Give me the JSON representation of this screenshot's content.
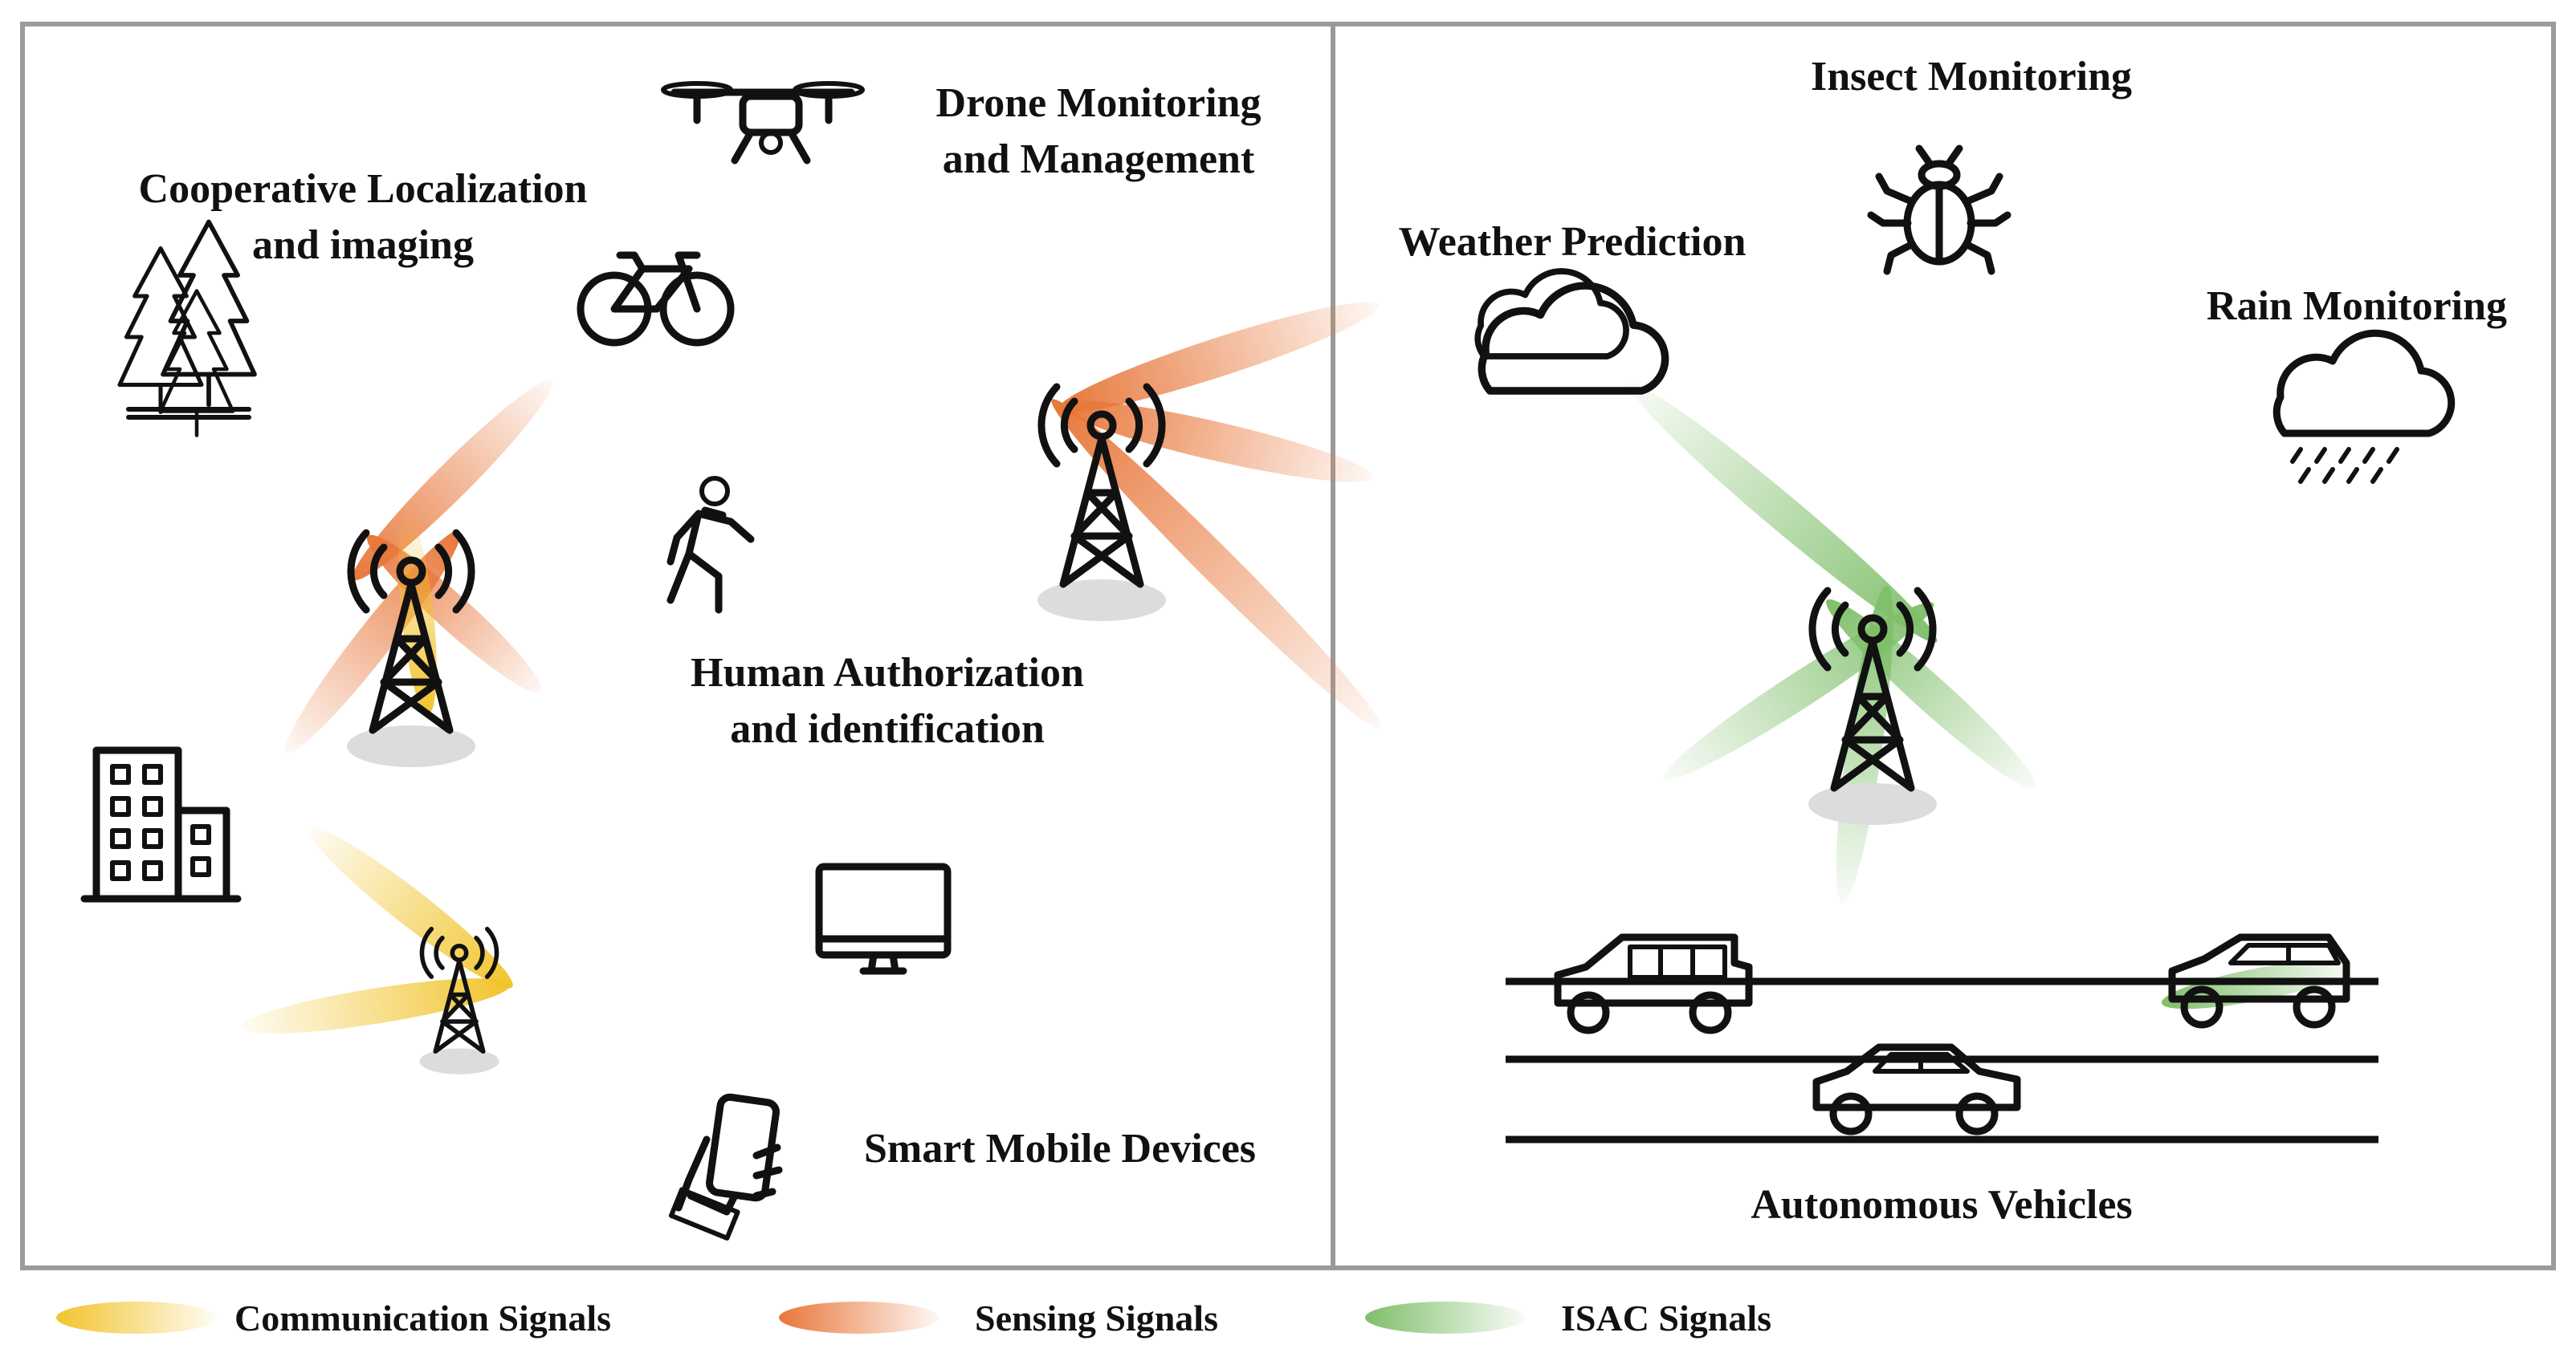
{
  "labels": {
    "cooperative_l1": "Cooperative Localization",
    "cooperative_l2": "and imaging",
    "drone_l1": "Drone Monitoring",
    "drone_l2": "and Management",
    "human_l1": "Human Authorization",
    "human_l2": "and identification",
    "smart_devices": "Smart Mobile Devices",
    "insect": "Insect Monitoring",
    "weather": "Weather Prediction",
    "rain": "Rain Monitoring",
    "autonomous": "Autonomous Vehicles"
  },
  "legend": {
    "communication": "Communication Signals",
    "sensing": "Sensing Signals",
    "isac": "ISAC Signals"
  },
  "colors": {
    "communication": "#f2c42c",
    "sensing": "#e8773a",
    "isac": "#7fbf6a",
    "frame": "#9a9a9a",
    "ink": "#111111",
    "shadow": "#dcdcdc"
  },
  "icons": [
    "tree-icon",
    "bicycle-icon",
    "drone-icon",
    "pedestrian-icon",
    "building-icon",
    "monitor-icon",
    "smartphone-icon",
    "cell-tower-icon",
    "cloud-icon",
    "bug-icon",
    "rain-cloud-icon",
    "car-icon",
    "suv-icon",
    "sedan-icon"
  ]
}
